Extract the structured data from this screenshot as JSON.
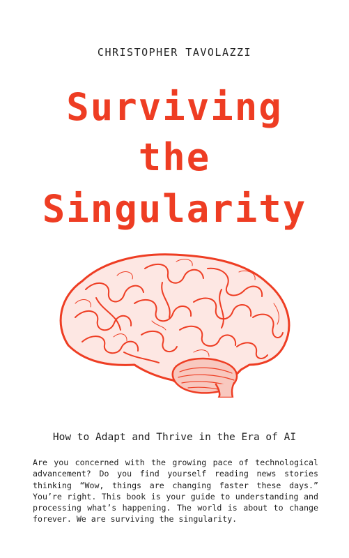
{
  "cover": {
    "author": "CHRISTOPHER TAVOLAZZI",
    "title_lines": [
      "Surviving",
      "the",
      "Singularity"
    ],
    "subtitle": "How to Adapt and Thrive in the Era of AI",
    "blurb": "Are you concerned with the growing pace of technological advancement? Do you find yourself reading news stories thinking “Wow, things are changing faster these days.” You’re right. This book is your guide to understanding and processing what’s happening. The world is about to change forever. We are surviving the singularity.",
    "accent_color": "#ee3d23",
    "illustration": "brain-illustration"
  }
}
